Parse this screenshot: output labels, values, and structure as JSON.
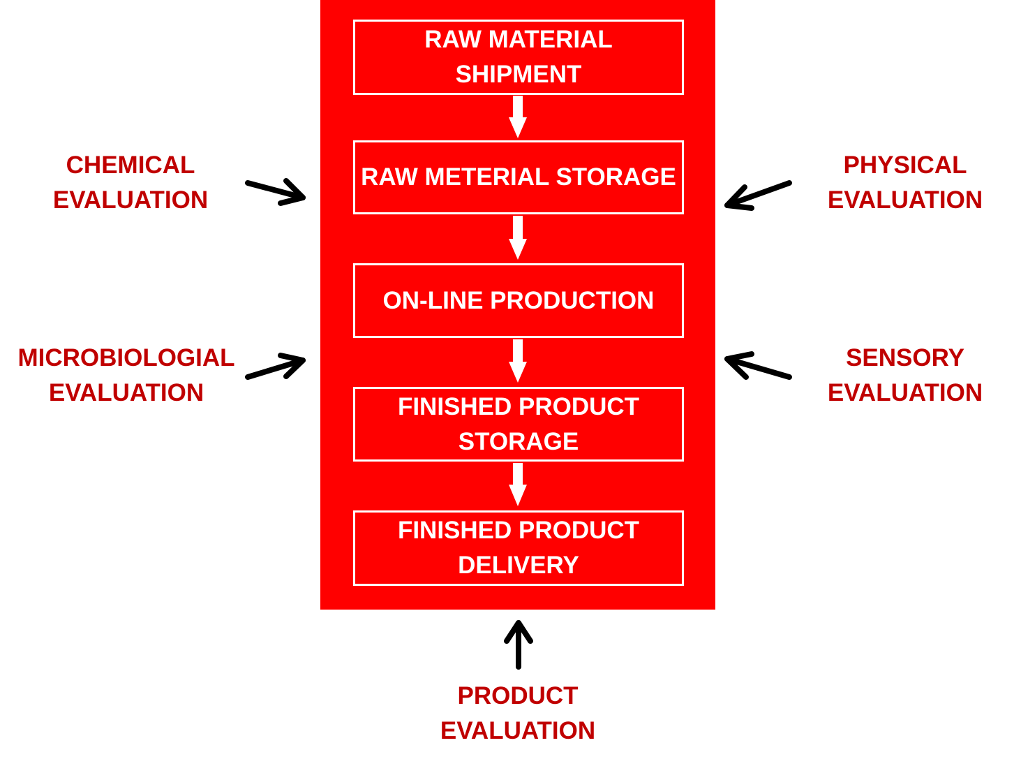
{
  "colors": {
    "panel": "#FF0000",
    "box_border": "#FFFFFF",
    "box_text": "#FFFFFF",
    "label_text": "#C00000",
    "external_arrow": "#000000",
    "flow_arrow": "#FFFFFF"
  },
  "flow_steps": [
    {
      "lines": [
        "RAW MATERIAL",
        "SHIPMENT"
      ]
    },
    {
      "lines": [
        "RAW METERIAL STORAGE"
      ]
    },
    {
      "lines": [
        "ON-LINE PRODUCTION"
      ]
    },
    {
      "lines": [
        "FINISHED PRODUCT",
        "STORAGE"
      ]
    },
    {
      "lines": [
        "FINISHED PRODUCT",
        "DELIVERY"
      ]
    }
  ],
  "evaluations": {
    "chemical": {
      "lines": [
        "CHEMICAL",
        "EVALUATION"
      ],
      "arrow_direction": "right"
    },
    "physical": {
      "lines": [
        "PHYSICAL",
        "EVALUATION"
      ],
      "arrow_direction": "left"
    },
    "microbiological": {
      "lines": [
        "MICROBIOLOGIAL",
        "EVALUATION"
      ],
      "arrow_direction": "right"
    },
    "sensory": {
      "lines": [
        "SENSORY",
        "EVALUATION"
      ],
      "arrow_direction": "left"
    },
    "product": {
      "lines": [
        "PRODUCT",
        "EVALUATION"
      ],
      "arrow_direction": "up"
    }
  }
}
